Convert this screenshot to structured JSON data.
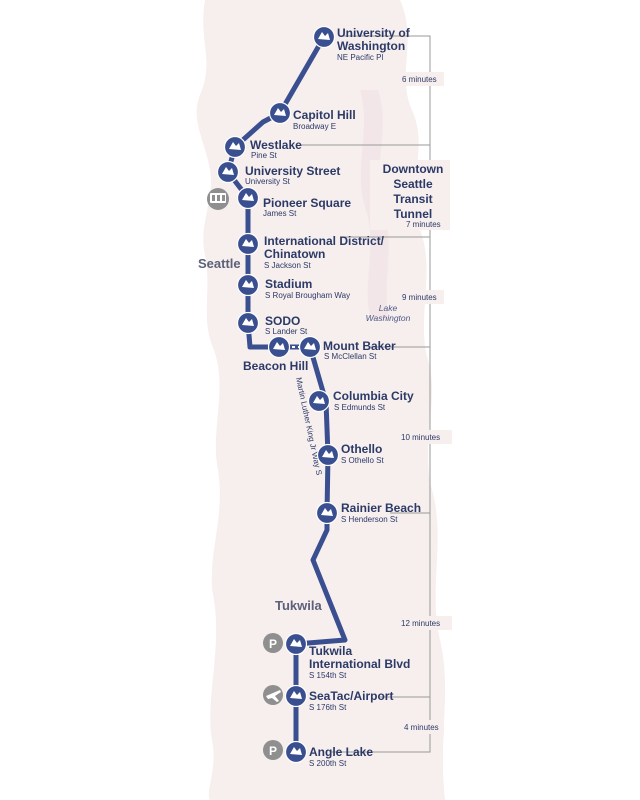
{
  "colors": {
    "line": "#3a4f8f",
    "station_fill": "#3a4f8f",
    "amenity_fill": "#8f8f8f",
    "land": "#f7eeee",
    "bracket": "#9a9a9a"
  },
  "map": {
    "cities": [
      "Seattle",
      "Tukwila"
    ],
    "water_label": "Lake\nWashington",
    "street_label": "Martin Luther King Jr Way S",
    "tunnel_label": [
      "Downtown",
      "Seattle",
      "Transit",
      "Tunnel"
    ]
  },
  "stations": [
    {
      "name": [
        "University of",
        "Washington"
      ],
      "street": "NE Pacific Pl",
      "icon": "graduation-cap-icon"
    },
    {
      "name": [
        "Capitol Hill"
      ],
      "street": "Broadway E",
      "icon": "plant-icon"
    },
    {
      "name": [
        "Westlake"
      ],
      "street": "Pine St",
      "icon": "ship-icon"
    },
    {
      "name": [
        "University Street"
      ],
      "street": "University St",
      "icon": "harbor-icon"
    },
    {
      "name": [
        "Pioneer Square"
      ],
      "street": "James St",
      "icon": "pioneer-ship-icon"
    },
    {
      "name": [
        "International District/",
        "Chinatown"
      ],
      "street": "S Jackson St",
      "icon": "dragon-icon"
    },
    {
      "name": [
        "Stadium"
      ],
      "street": "S Royal Brougham Way",
      "icon": "torch-icon"
    },
    {
      "name": [
        "SODO"
      ],
      "street": "S Lander St",
      "icon": "bird-icon"
    },
    {
      "name": [
        "Beacon Hill"
      ],
      "street": "",
      "icon": "beacon-icon"
    },
    {
      "name": [
        "Mount Baker"
      ],
      "street": "S McClellan St",
      "icon": "mountain-icon"
    },
    {
      "name": [
        "Columbia City"
      ],
      "street": "S Edmunds St",
      "icon": "star-icon"
    },
    {
      "name": [
        "Othello"
      ],
      "street": "S Othello St",
      "icon": "deer-icon"
    },
    {
      "name": [
        "Rainier Beach"
      ],
      "street": "S Henderson St",
      "icon": "heron-icon"
    },
    {
      "name": [
        "Tukwila",
        "International Blvd"
      ],
      "street": "S 154th St",
      "icon": "canoe-icon"
    },
    {
      "name": [
        "SeaTac/Airport"
      ],
      "street": "S 176th St",
      "icon": "airplane-icon"
    },
    {
      "name": [
        "Angle Lake"
      ],
      "street": "S 200th St",
      "icon": "duck-icon"
    }
  ],
  "travel_times": [
    "6 minutes",
    "7 minutes",
    "9 minutes",
    "10 minutes",
    "12 minutes",
    "4 minutes"
  ],
  "amenities": [
    {
      "label": "P",
      "icon": "parking-icon"
    },
    {
      "label": "P",
      "icon": "parking-icon"
    }
  ]
}
